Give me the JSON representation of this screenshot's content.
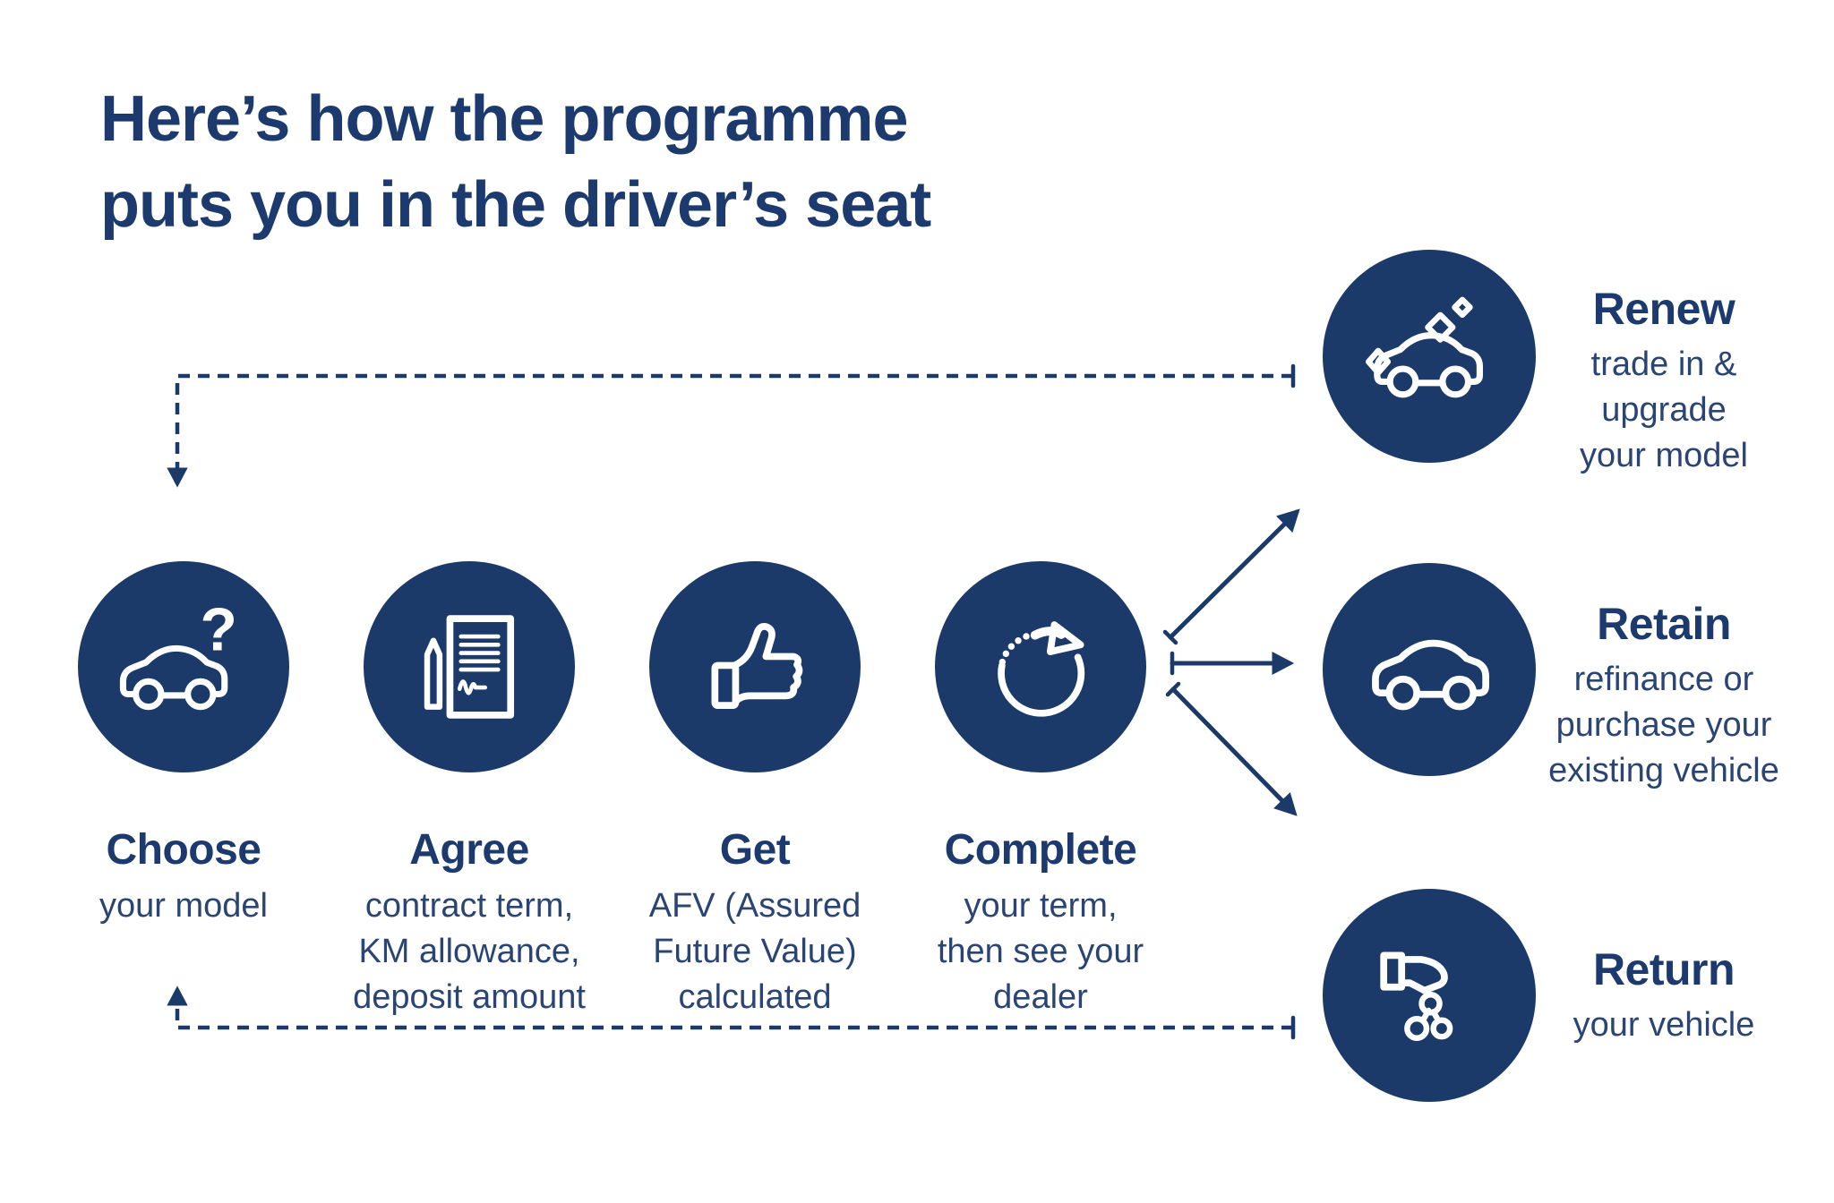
{
  "colors": {
    "navy": "#1c3a69",
    "heading_text": "#1c3a6e",
    "body_text": "#2a4474",
    "background": "#ffffff"
  },
  "title": {
    "line1": "Here’s how the programme",
    "line2": "puts you in the driver’s seat"
  },
  "steps": [
    {
      "heading": "Choose",
      "description": "your model",
      "icon": "car-question-icon"
    },
    {
      "heading": "Agree",
      "description": "contract term,\nKM allowance,\ndeposit amount",
      "icon": "contract-pen-icon"
    },
    {
      "heading": "Get",
      "description": "AFV (Assured\nFuture Value)\ncalculated",
      "icon": "thumbs-up-icon"
    },
    {
      "heading": "Complete",
      "description": "your term,\nthen see your\ndealer",
      "icon": "renewal-cycle-icon"
    }
  ],
  "options": [
    {
      "heading": "Renew",
      "description": "trade in &\nupgrade\nyour model",
      "icon": "sparkling-car-icon"
    },
    {
      "heading": "Retain",
      "description": "refinance or\npurchase your\nexisting vehicle",
      "icon": "car-icon"
    },
    {
      "heading": "Return",
      "description": "your vehicle",
      "icon": "hand-with-keys-icon"
    }
  ]
}
